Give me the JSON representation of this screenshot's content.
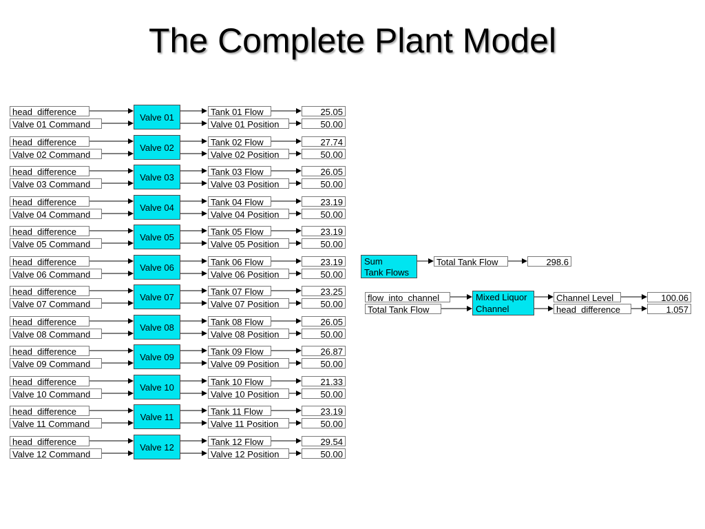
{
  "title": "The Complete Plant Model",
  "valves": [
    {
      "in_a": "head_difference",
      "in_b": "Valve 01 Command",
      "block": "Valve 01",
      "out_a": "Tank 01 Flow",
      "out_b": "Valve 01 Position",
      "val_a": "25.05",
      "val_b": "50.00"
    },
    {
      "in_a": "head_difference",
      "in_b": "Valve 02 Command",
      "block": "Valve 02",
      "out_a": "Tank 02 Flow",
      "out_b": "Valve 02 Position",
      "val_a": "27.74",
      "val_b": "50.00"
    },
    {
      "in_a": "head_difference",
      "in_b": "Valve 03 Command",
      "block": "Valve 03",
      "out_a": "Tank 03 Flow",
      "out_b": "Valve 03 Position",
      "val_a": "26.05",
      "val_b": "50.00"
    },
    {
      "in_a": "head_difference",
      "in_b": "Valve 04 Command",
      "block": "Valve 04",
      "out_a": "Tank 04 Flow",
      "out_b": "Valve 04 Position",
      "val_a": "23.19",
      "val_b": "50.00"
    },
    {
      "in_a": "head_difference",
      "in_b": "Valve 05 Command",
      "block": "Valve 05",
      "out_a": "Tank 05 Flow",
      "out_b": "Valve 05 Position",
      "val_a": "23.19",
      "val_b": "50.00"
    },
    {
      "in_a": "head_difference",
      "in_b": "Valve 06 Command",
      "block": "Valve 06",
      "out_a": "Tank 06 Flow",
      "out_b": "Valve 06 Position",
      "val_a": "23.19",
      "val_b": "50.00"
    },
    {
      "in_a": "head_difference",
      "in_b": "Valve 07 Command",
      "block": "Valve 07",
      "out_a": "Tank 07 Flow",
      "out_b": "Valve 07 Position",
      "val_a": "23.25",
      "val_b": "50.00"
    },
    {
      "in_a": "head_difference",
      "in_b": "Valve 08 Command",
      "block": "Valve 08",
      "out_a": "Tank 08 Flow",
      "out_b": "Valve 08 Position",
      "val_a": "26.05",
      "val_b": "50.00"
    },
    {
      "in_a": "head_difference",
      "in_b": "Valve 09 Command",
      "block": "Valve 09",
      "out_a": "Tank 09 Flow",
      "out_b": "Valve 09 Position",
      "val_a": "26.87",
      "val_b": "50.00"
    },
    {
      "in_a": "head_difference",
      "in_b": "Valve 10 Command",
      "block": "Valve 10",
      "out_a": "Tank 10 Flow",
      "out_b": "Valve 10 Position",
      "val_a": "21.33",
      "val_b": "50.00"
    },
    {
      "in_a": "head_difference",
      "in_b": "Valve 11 Command",
      "block": "Valve 11",
      "out_a": "Tank 11 Flow",
      "out_b": "Valve 11 Position",
      "val_a": "23.19",
      "val_b": "50.00"
    },
    {
      "in_a": "head_difference",
      "in_b": "Valve 12 Command",
      "block": "Valve 12",
      "out_a": "Tank 12 Flow",
      "out_b": "Valve 12 Position",
      "val_a": "29.54",
      "val_b": "50.00"
    }
  ],
  "sum": {
    "block_line1": "Sum",
    "block_line2": "Tank Flows",
    "out": "Total Tank Flow",
    "val": "298.6"
  },
  "channel": {
    "in_a": "flow_into_channel",
    "in_b": "Total Tank Flow",
    "block_line1": "Mixed Liquor",
    "block_line2": "Channel",
    "out_a": "Channel Level",
    "out_b": "head_difference",
    "val_a": "100.06",
    "val_b": "1.057"
  },
  "colors": {
    "block_fill": "#00e5f0",
    "box_border": "#7a7a7a",
    "line": "#000000"
  }
}
